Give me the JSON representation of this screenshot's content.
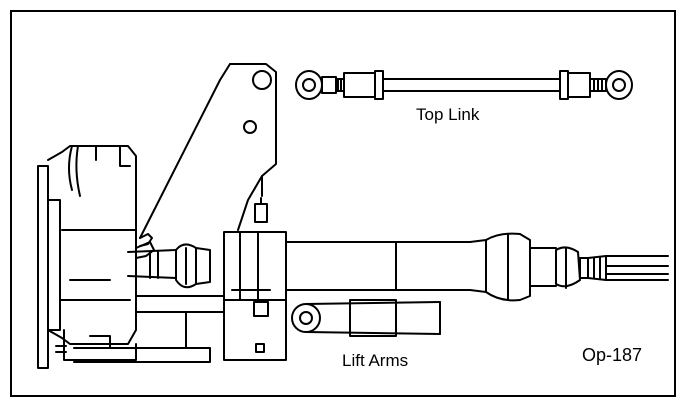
{
  "labels": {
    "top_link": "Top Link",
    "lift_arms": "Lift Arms",
    "figure_ref": "Op-187"
  },
  "colors": {
    "line": "#000000",
    "background": "#ffffff"
  }
}
